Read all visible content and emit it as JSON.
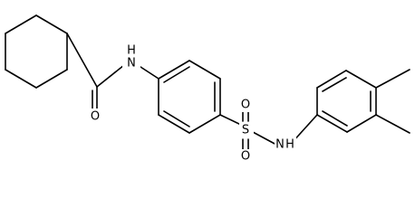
{
  "molecule": {
    "atoms": {
      "amide_n": "N",
      "amide_h": "H",
      "carbonyl_o": "O",
      "sulfonyl_s": "S",
      "sulfonyl_o_top": "O",
      "sulfonyl_o_bottom": "O",
      "sulfonamide_n": "N",
      "sulfonamide_h": "H"
    },
    "colors": {
      "bond": "#000000",
      "text": "#000000",
      "background": "#ffffff"
    }
  }
}
